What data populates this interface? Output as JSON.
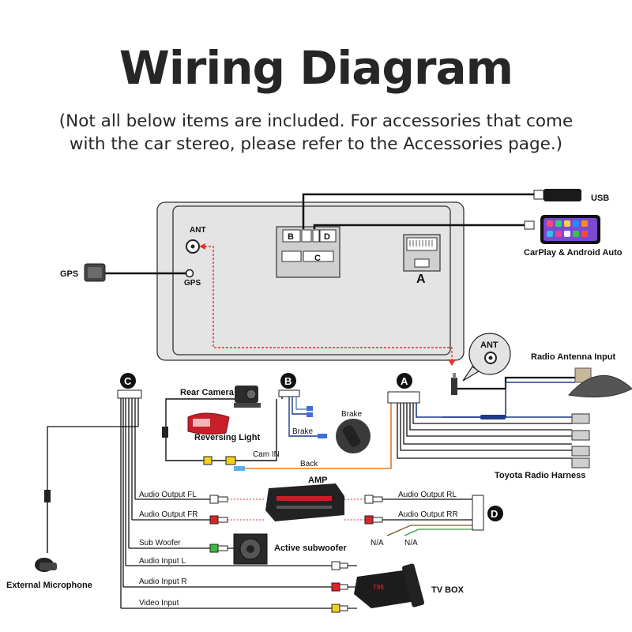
{
  "header": {
    "title": "Wiring Diagram",
    "subtitle_line1": "(Not all below items are included. For accessories that come",
    "subtitle_line2": "with the car stereo, please refer to the Accessories page.)"
  },
  "head_unit": {
    "ant_label": "ANT",
    "gps_label": "GPS",
    "port_b": "B",
    "port_c": "C",
    "port_d": "D",
    "port_a": "A"
  },
  "external_devices": {
    "gps": "GPS",
    "usb": "USB",
    "carplay": "CarPlay & Android Auto",
    "ant_bubble": "ANT",
    "radio_antenna": "Radio Antenna Input",
    "toyota_harness": "Toyota Radio Harness"
  },
  "harness_markers": {
    "c": "C",
    "b": "B",
    "a": "A",
    "d": "D"
  },
  "wires": {
    "rear_camera": "Rear Camera",
    "reversing_light": "Reversing Light",
    "brake_top": "Brake",
    "brake": "Brake",
    "cam_in": "Cam IN",
    "back": "Back",
    "amp": "AMP",
    "audio_output_fl": "Audio Output FL",
    "audio_output_fr": "Audio Output FR",
    "audio_output_rl": "Audio Output RL",
    "audio_output_rr": "Audio Output RR",
    "na_1": "N/A",
    "na_2": "N/A",
    "sub_woofer": "Sub Woofer",
    "active_subwoofer": "Active subwoofer",
    "audio_input_l": "Audio Input L",
    "audio_input_r": "Audio Input R",
    "video_input": "Video Input",
    "external_microphone": "External Microphone",
    "tv_box": "TV BOX",
    "tv_box_brand": "T95"
  },
  "colors": {
    "wire_black": "#111111",
    "wire_red": "#e8302b",
    "wire_blue": "#1e3a8a",
    "wire_orange": "#e07a2c",
    "wire_green": "#3a9a3a",
    "rca_yellow": "#f2d11b",
    "rca_red": "#d9262b",
    "rca_white": "#f4f4f4",
    "rca_green": "#3dbb3d",
    "panel_gray": "#e3e3e3"
  }
}
